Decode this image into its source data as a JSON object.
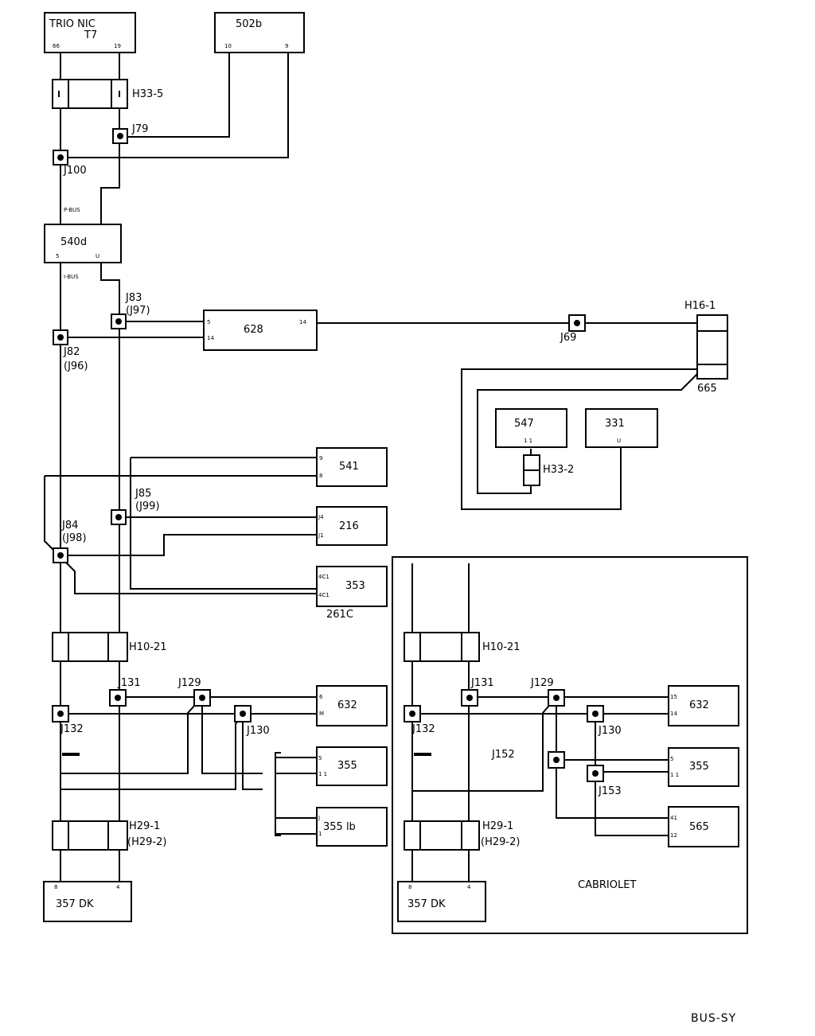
{
  "modules": {
    "trionic": {
      "line1": "TRIO NIC",
      "line2": "T7",
      "pin_a": "66",
      "pin_b": "19"
    },
    "m502b": {
      "label": "502b",
      "pin_a": "10",
      "pin_b": "9"
    },
    "m540d": {
      "label": "540d",
      "pin_a": "5",
      "pin_b": "U"
    },
    "m628": {
      "label": "628",
      "pin_a": "5",
      "pin_b": "14",
      "pin_c": "14"
    },
    "m547": {
      "label": "547",
      "pin": "1 1"
    },
    "m331": {
      "label": "331",
      "pin": "U"
    },
    "m541": {
      "label": "541",
      "pin_a": "9",
      "pin_b": "8"
    },
    "m216": {
      "label": "216",
      "pin_a": "J4",
      "pin_b": "J1"
    },
    "m353": {
      "label": "353",
      "pin_a": "4C1",
      "pin_b": "4C1",
      "caption": "261C"
    },
    "m632_left": {
      "label": "632",
      "pin_a": "6",
      "pin_b": "M"
    },
    "m355_left": {
      "label": "355",
      "pin_a": "5",
      "pin_b": "1 1"
    },
    "m355lb_left": {
      "label": "355 lb",
      "pin_a": "J",
      "pin_b": "1"
    },
    "m357dk_left": {
      "label": "357 DK",
      "pin_a": "8",
      "pin_b": "4"
    },
    "m632_right": {
      "label": "632",
      "pin_a": "15",
      "pin_b": "14"
    },
    "m355_right": {
      "label": "355",
      "pin_a": "5",
      "pin_b": "1 1"
    },
    "m565_right": {
      "label": "565",
      "pin_a": "41",
      "pin_b": "12"
    },
    "m357dk_right": {
      "label": "357 DK",
      "pin_a": "8",
      "pin_b": "4"
    }
  },
  "labels": {
    "h33_5": "H33-5",
    "j79": "J79",
    "j100": "J100",
    "pbus": "P-BUS",
    "ibus": "I-BUS",
    "j83": "J83",
    "j97": "(J97)",
    "j82": "J82",
    "j96": "(J96)",
    "j69": "J69",
    "h16_1": "H16-1",
    "n665": "665",
    "h33_2": "H33-2",
    "j85": "J85",
    "j99": "(J99)",
    "j84": "J84",
    "j98": "(J98)",
    "h10_21_left": "H10-21",
    "j131_left": "J131",
    "j129_left": "J129",
    "j132_left": "J132",
    "j130_left": "J130",
    "h29_1_left": "H29-1",
    "h29_2_left": "(H29-2)",
    "h10_21_right": "H10-21",
    "j131_right": "J131",
    "j129_right": "J129",
    "j132_right": "J132",
    "j130_right": "J130",
    "j152": "J152",
    "j153": "J153",
    "h29_1_right": "H29-1",
    "h29_2_right": "(H29-2)",
    "cabriolet": "CABRIOLET",
    "footer": "BUS-SY"
  }
}
